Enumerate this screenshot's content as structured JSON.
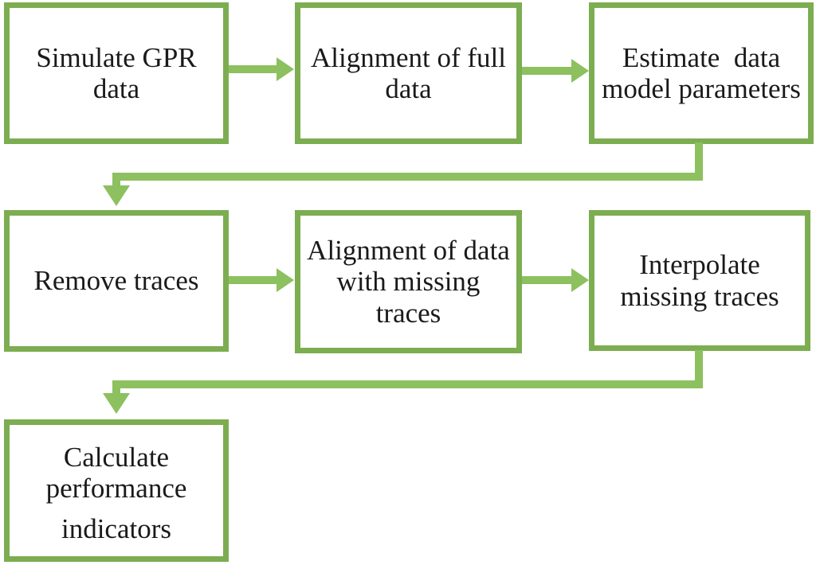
{
  "diagram": {
    "type": "flowchart",
    "colors": {
      "box_border": "#7CAD50",
      "arrow": "#8DC05E",
      "text": "#1A1A1A",
      "background": "#FFFFFF"
    },
    "boxes": [
      {
        "id": "simulate-gpr-data",
        "label": "Simulate GPR\ndata"
      },
      {
        "id": "alignment-full-data",
        "label": "Alignment of full\ndata"
      },
      {
        "id": "estimate-data-model-parameters",
        "label": "Estimate  data\nmodel parameters"
      },
      {
        "id": "remove-traces",
        "label": "Remove traces"
      },
      {
        "id": "alignment-data-missing-traces",
        "label": "Alignment of data\nwith missing\ntraces"
      },
      {
        "id": "interpolate-missing-traces",
        "label": "Interpolate\nmissing traces"
      },
      {
        "id": "calculate-performance-indicators",
        "label": "Calculate\nperformance",
        "label2": "indicators"
      }
    ],
    "edges": [
      {
        "from": "simulate-gpr-data",
        "to": "alignment-full-data",
        "style": "straight-right"
      },
      {
        "from": "alignment-full-data",
        "to": "estimate-data-model-parameters",
        "style": "straight-right"
      },
      {
        "from": "estimate-data-model-parameters",
        "to": "remove-traces",
        "style": "elbow-down-left-down"
      },
      {
        "from": "remove-traces",
        "to": "alignment-data-missing-traces",
        "style": "straight-right"
      },
      {
        "from": "alignment-data-missing-traces",
        "to": "interpolate-missing-traces",
        "style": "straight-right"
      },
      {
        "from": "interpolate-missing-traces",
        "to": "calculate-performance-indicators",
        "style": "elbow-down-left-down"
      }
    ]
  }
}
